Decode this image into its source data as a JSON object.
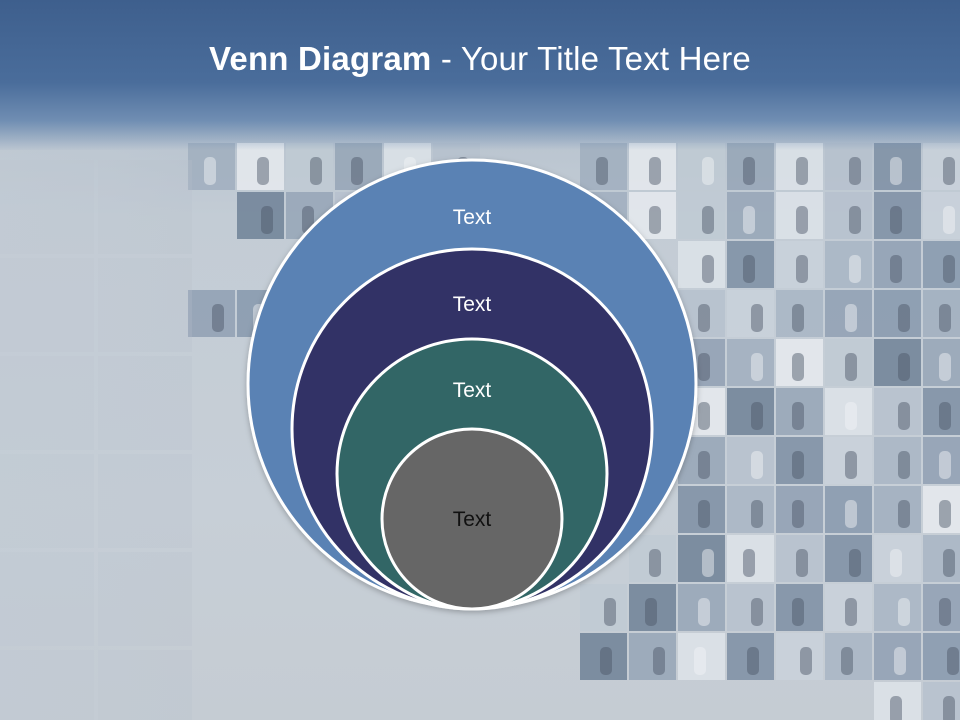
{
  "slide": {
    "title_bold": "Venn Diagram",
    "title_rest": " - Your Title Text Here"
  },
  "diagram": {
    "type": "nested-circles",
    "circles": [
      {
        "label": "Text",
        "fill": "#5a82b4",
        "text_color": "#ffffff"
      },
      {
        "label": "Text",
        "fill": "#333366",
        "text_color": "#ffffff"
      },
      {
        "label": "Text",
        "fill": "#336666",
        "text_color": "#ffffff"
      },
      {
        "label": "Text",
        "fill": "#666666",
        "text_color": "#111111"
      }
    ],
    "outline_color": "#ffffff"
  },
  "colors": {
    "header": "#4a6d9b",
    "background": "#c3ccd5"
  }
}
